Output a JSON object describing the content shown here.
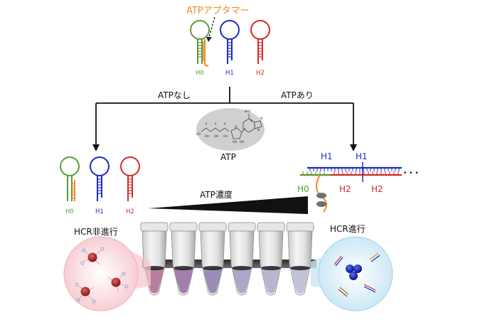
{
  "title": "ATPアプタマー",
  "hairpins": {
    "h0": "H0",
    "h1": "H1",
    "h2": "H2"
  },
  "branches": {
    "without_atp": "ATPなし",
    "with_atp": "ATPあり"
  },
  "atp_label": "ATP",
  "molecule_labels": {
    "nh2": "NH2",
    "oh": "OH",
    "ho": "HO",
    "p": "P",
    "o": "O",
    "n": "N"
  },
  "gradient_label": "ATP濃度",
  "left_state": "HCR非進行",
  "right_state": "HCR進行",
  "ellipsis": "• • •",
  "colors": {
    "orange": "#f08a24",
    "green": "#5a9a3a",
    "blue": "#1a2fbf",
    "red": "#d42a2a",
    "gray_ellipse": "#d0d0d0",
    "dark": "#1a1a1a"
  },
  "tube_tints": [
    "#b87ea0",
    "#a07fa8",
    "#9b8cb8",
    "#a9a8c6",
    "#b6b6cf",
    "#c2c2d8"
  ]
}
